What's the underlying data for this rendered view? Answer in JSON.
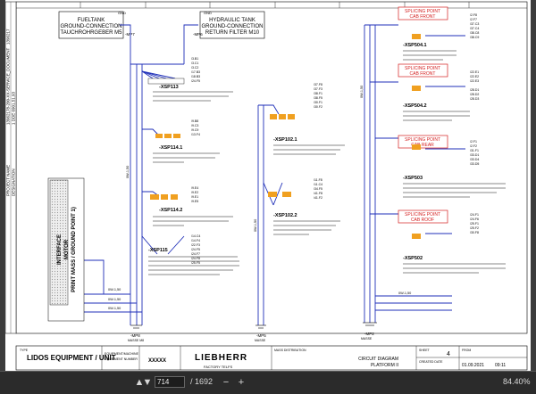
{
  "labels": {
    "fueltank": [
      "FUELTANK",
      "GROUND-CONNECTION",
      "TAUCHROHRGEBER M5"
    ],
    "hydraulic": [
      "HYDRAULIC TANK",
      "GROUND-CONNECTION",
      "RETURN FILTER M10"
    ],
    "interface_motor": [
      "INTERFACE",
      "MOTOR",
      "PRINT MASS / GROUND POINT 1)"
    ],
    "splice_front1": [
      "SPLICING POINT",
      "CAB FRONT"
    ],
    "splice_front2": [
      "SPLICING POINT",
      "CAB FRONT"
    ],
    "splice_rear": [
      "SPLICING POINT",
      "CAB REAR"
    ],
    "splice_roof": [
      "SPLICING POINT",
      "CAB ROOF"
    ]
  },
  "connectors": {
    "mp7": "-MP7",
    "mp6": "-MP6",
    "mp5": "-MP5",
    "mp8": "-MP8",
    "mp2": "-MP2",
    "masse_m8": "MASSE M8",
    "masse": "MASSE",
    "xsp113": "-XSP113",
    "xsp114_1": "-XSP114.1",
    "xsp114_2": "-XSP114.2",
    "xsp115": "-XSP115",
    "xsp102_1": "-XSP102.1",
    "xsp102_2": "-XSP102.2",
    "xsp504_1": "-XSP504.1",
    "xsp504_2": "-XSP504.2",
    "xsp503": "-XSP503",
    "xsp502": "-XSP502",
    "gnd": "GND"
  },
  "wire_labels": {
    "w1": "0W-1,50",
    "w2": "0W-1,50",
    "w3": "0W-1,50",
    "w4": "0W-1,50",
    "w5": "0W-1,50",
    "w6": "0W-1,50",
    "w7": "0W-1,50"
  },
  "addresses": {
    "xsp113": [
      "/3.B1",
      "/3.C1",
      "/3.C2",
      "/17.B3",
      "/18.B3",
      "/24.F5"
    ],
    "xsp114_1": [
      "/9.B8",
      "/9.C3",
      "/9.C9",
      "/13.F4"
    ],
    "xsp114_2": [
      "/9.E4",
      "/9.E2",
      "/9.E1",
      "/9.E5"
    ],
    "xsp115": [
      "/14.C4",
      "/14.F4",
      "/22.F3",
      "/24.F5",
      "/24.F7",
      "/24.F8",
      "/25.F5"
    ],
    "xsp102_1": [
      "/37.F8",
      "/37.F3",
      "/38.F1",
      "/38.F5",
      "/30.F1",
      "/30.F2"
    ],
    "xsp102_2": [
      "/11.F8",
      "/11.C4",
      "/34.F5",
      "/41.F8",
      "/41.F2"
    ],
    "xsp504_1": [
      "/2.F8",
      "/2.F7",
      "/37.C3",
      "/37.C4",
      "/38.C8",
      "/38.C9"
    ],
    "xsp504_2": [
      "/22.E1",
      "/22.E2",
      "/22.E3",
      "/28.D1",
      "/28.D2",
      "/28.D3"
    ],
    "xsp503": [
      "/2.F1",
      "/2.F2",
      "/31.F1",
      "/33.D1",
      "/33.D4",
      "/33.D5"
    ],
    "xsp502": [
      "/24.F1",
      "/24.F6",
      "/25.F1",
      "/25.F2",
      "/30.F8"
    ]
  },
  "sidebar": {
    "doc_id": "13962178-200-XX-SERVICE_DOCUMENT",
    "doc_line2": "1 DDE 6901.51.93",
    "serial": "1396217",
    "project": "PROJECT NAME",
    "design": "DESIGNATION"
  },
  "title_block": {
    "company": "LIDOS EQUIPMENT / UNIT",
    "equipment_label": "EQUIPMENT/MACHINE",
    "equipment_sub": "EQUIPMENT NUMBER",
    "number": "XXXXX",
    "brand": "LIEBHERR",
    "factory": "FACTORY TELFS",
    "mass_dist": "MASS DISTRIBUTION",
    "diagram_type": "CIRCUIT DIAGRAM",
    "platform": "PLATFORM II",
    "sheet_label": "SHEET",
    "sheet": "4",
    "from_label": "FROM",
    "created_label": "CREATED DATE",
    "created": "01.09.2021",
    "time": "09:11",
    "type_label": "TYPE"
  },
  "viewer": {
    "page_value": "714",
    "page_total": "/ 1692",
    "zoom": "84.40%"
  },
  "colors": {
    "wire": "#1f2fb8",
    "splice_red": "#d42020",
    "orange": "#f0a020"
  }
}
